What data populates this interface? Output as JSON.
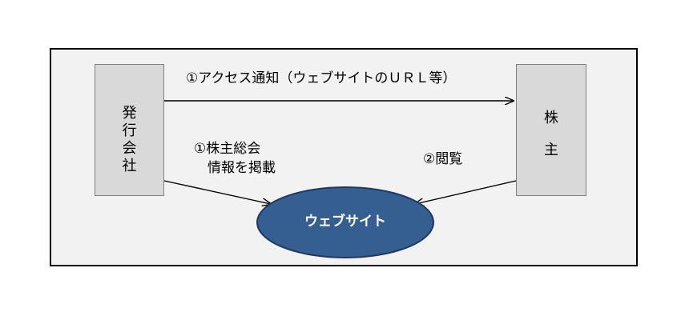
{
  "issuer": {
    "label": "発行会社"
  },
  "shareholder": {
    "label_1": "株",
    "label_2": "主"
  },
  "website": {
    "label": "ウェブサイト",
    "fill": "#365f91",
    "stroke": "#1f3864"
  },
  "arrows": {
    "notice_label": "①アクセス通知（ウェブサイトのＵＲＬ等）",
    "post_label_1": "①株主総会",
    "post_label_2": "　情報を掲載",
    "view_label": "②閲覧"
  },
  "colors": {
    "frame_bg": "#f2f2f2",
    "box_bg": "#d9d9d9"
  }
}
